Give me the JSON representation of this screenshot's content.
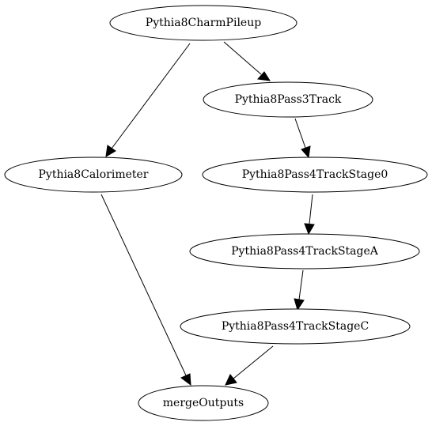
{
  "nodes": {
    "charm_pileup": "Pythia8CharmPileup",
    "pass3_track": "Pythia8Pass3Track",
    "calorimeter": "Pythia8Calorimeter",
    "pass4_stage0": "Pythia8Pass4TrackStage0",
    "pass4_stage_a": "Pythia8Pass4TrackStageA",
    "pass4_stage_c": "Pythia8Pass4TrackStageC",
    "merge_outputs": "mergeOutputs"
  },
  "edges": [
    {
      "from": "charm_pileup",
      "to": "pass3_track"
    },
    {
      "from": "charm_pileup",
      "to": "calorimeter"
    },
    {
      "from": "pass3_track",
      "to": "pass4_stage0"
    },
    {
      "from": "pass4_stage0",
      "to": "pass4_stage_a"
    },
    {
      "from": "pass4_stage_a",
      "to": "pass4_stage_c"
    },
    {
      "from": "pass4_stage_c",
      "to": "merge_outputs"
    },
    {
      "from": "calorimeter",
      "to": "merge_outputs"
    }
  ]
}
